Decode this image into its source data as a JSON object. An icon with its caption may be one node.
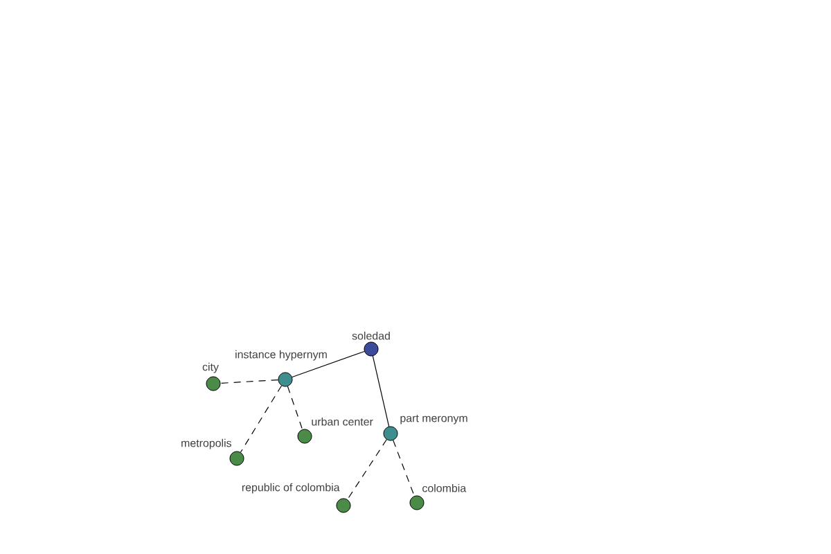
{
  "diagram": {
    "nodes": [
      {
        "text": [
          "soledad"
        ]
      },
      {
        "text": [
          "instance hypernym"
        ]
      },
      {
        "text": [
          "city"
        ]
      },
      {
        "text": [
          "metropolis"
        ]
      },
      {
        "text": [
          "urban center"
        ]
      },
      {
        "text": [
          "part meronym"
        ]
      },
      {
        "text": [
          "republic of colombia"
        ]
      },
      {
        "text": [
          "colombia"
        ]
      }
    ],
    "edges": [
      {
        "from": 0,
        "to": 1,
        "arrow": "none"
      },
      {
        "from": 0,
        "to": 5,
        "arrow": "none"
      },
      {
        "from": 1,
        "to": 2,
        "arrow": "none",
        "style": "dashed"
      },
      {
        "from": 1,
        "to": 3,
        "arrow": "none",
        "style": "dashed"
      },
      {
        "from": 1,
        "to": 4,
        "arrow": "none",
        "style": "dashed"
      },
      {
        "from": 5,
        "to": 6,
        "arrow": "none",
        "style": "dashed"
      },
      {
        "from": 5,
        "to": 7,
        "arrow": "none",
        "style": "dashed"
      }
    ]
  }
}
